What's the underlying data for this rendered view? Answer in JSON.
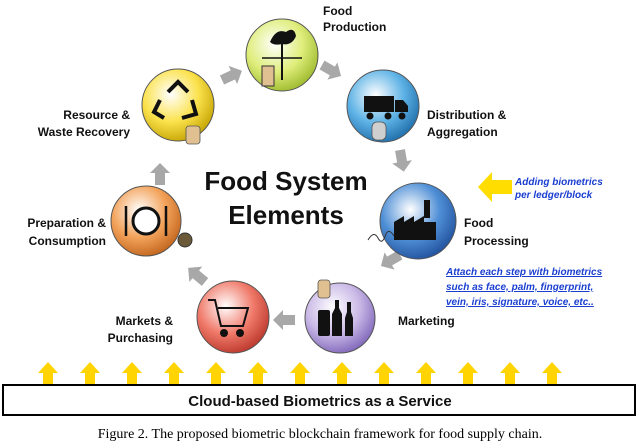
{
  "center_title": {
    "line1": "Food System",
    "line2": "Elements"
  },
  "nodes": [
    {
      "id": "food-production",
      "line1": "Food",
      "line2": "Production",
      "color": "#dfee7c",
      "icon": "rooster-weathervane-icon"
    },
    {
      "id": "distribution-aggregation",
      "line1": "Distribution &",
      "line2": "Aggregation",
      "color": "#5fb3e6",
      "icon": "truck-icon"
    },
    {
      "id": "food-processing",
      "line1": "Food",
      "line2": "Processing",
      "color": "#4f8fd6",
      "icon": "factory-icon"
    },
    {
      "id": "marketing",
      "line1": "Marketing",
      "line2": "",
      "color": "#c9b8e6",
      "icon": "bottles-icon"
    },
    {
      "id": "markets-purchasing",
      "line1": "Markets &",
      "line2": "Purchasing",
      "color": "#f07a6a",
      "icon": "shopping-cart-icon"
    },
    {
      "id": "preparation-consumption",
      "line1": "Preparation &",
      "line2": "Consumption",
      "color": "#f3a35b",
      "icon": "plate-cutlery-icon"
    },
    {
      "id": "resource-waste-recovery",
      "line1": "Resource &",
      "line2": "Waste Recovery",
      "color": "#fbe24c",
      "icon": "recycle-icon"
    }
  ],
  "biometric_note": {
    "line1": "Adding biometrics",
    "line2": "per ledger/block"
  },
  "attach_note": {
    "line1": "Attach each step with biometrics",
    "line2": "such as face, palm, fingerprint,",
    "line3": "vein, iris, signature, voice, etc.."
  },
  "cloud_band": {
    "label": "Cloud-based Biometrics as a Service",
    "arrow_count": 13,
    "arrow_color": "#ffd400"
  },
  "caption": "Figure 2. The proposed biometric blockchain framework for food supply chain."
}
